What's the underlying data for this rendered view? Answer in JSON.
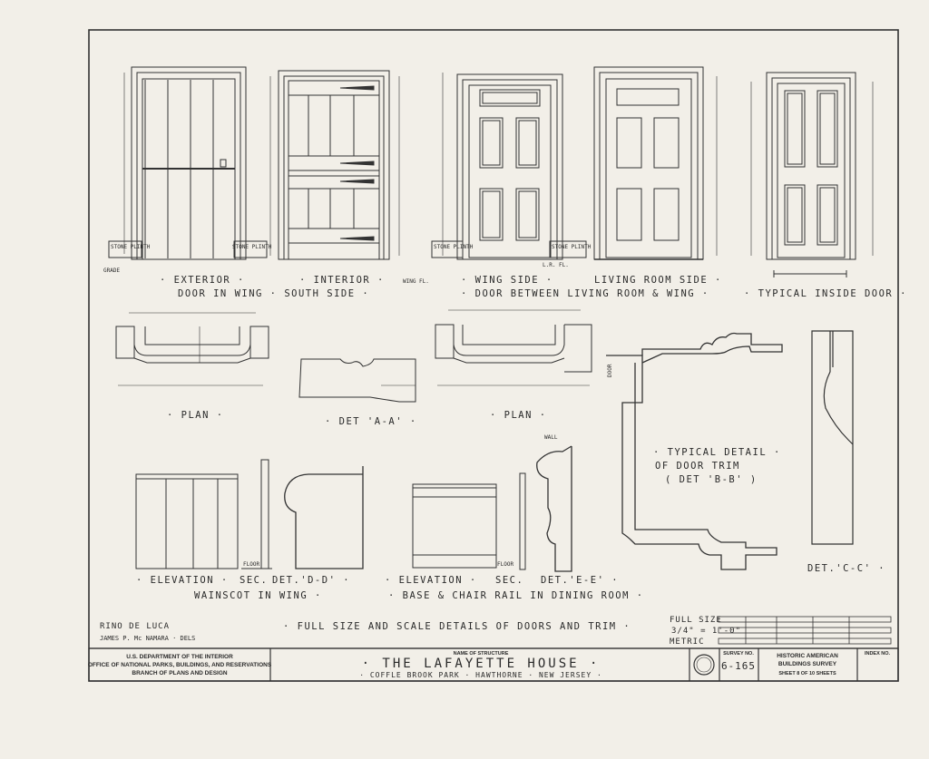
{
  "captions": {
    "exterior": "· EXTERIOR ·",
    "interior": "· INTERIOR ·",
    "door_in_wing_south": "DOOR IN WING · SOUTH SIDE ·",
    "wing_side": "· WING SIDE ·",
    "living_room_side": "LIVING ROOM SIDE ·",
    "door_between": "· DOOR BETWEEN LIVING ROOM & WING ·",
    "typical_inside_door": "· TYPICAL INSIDE DOOR ·",
    "plan1": "· PLAN ·",
    "det_aa": "· DET 'A-A' ·",
    "plan2": "· PLAN ·",
    "typical_detail_1": "· TYPICAL DETAIL ·",
    "typical_detail_2": "OF DOOR TRIM",
    "typical_detail_3": "( DET 'B-B' )",
    "det_cc": "DET.'C-C' ·",
    "elev1": "· ELEVATION ·",
    "sec1": "SEC.",
    "det_dd": "DET.'D-D' ·",
    "wainscot": "WAINSCOT IN WING ·",
    "elev2": "· ELEVATION ·",
    "sec2": "SEC.",
    "det_ee": "DET.'E-E' ·",
    "base_chair": "· BASE & CHAIR RAIL IN DINING ROOM ·",
    "main_title": "· FULL SIZE AND SCALE DETAILS OF DOORS AND TRIM ·"
  },
  "labels": {
    "stone_plinth": "STONE PLINTH",
    "grade": "GRADE",
    "wing_fl": "WING FL.",
    "lr_fl": "L.R. FL.",
    "wall": "WALL",
    "door": "DOOR",
    "floor": "FLOOR"
  },
  "delineators": {
    "name1": "RINO DE LUCA",
    "name2": "JAMES P. Mc NAMARA · DELS"
  },
  "scale": {
    "full_size": "FULL SIZE",
    "three_quarter": "3/4\" = 1'-0\"",
    "metric": "METRIC"
  },
  "title_block": {
    "agency1": "U.S. DEPARTMENT OF THE INTERIOR",
    "agency2": "OFFICE OF NATIONAL PARKS, BUILDINGS, AND RESERVATIONS",
    "agency3": "BRANCH OF PLANS AND DESIGN",
    "name_of_structure_label": "NAME OF STRUCTURE",
    "structure_name": "· THE LAFAYETTE HOUSE ·",
    "location": "· COFFLE BROOK PARK · HAWTHORNE · NEW JERSEY ·",
    "survey_no_label": "SURVEY NO.",
    "survey_no": "6-165",
    "habs1": "HISTORIC AMERICAN",
    "habs2": "BUILDINGS SURVEY",
    "sheet": "SHEET 8 OF 10 SHEETS",
    "index_no_label": "INDEX NO."
  }
}
